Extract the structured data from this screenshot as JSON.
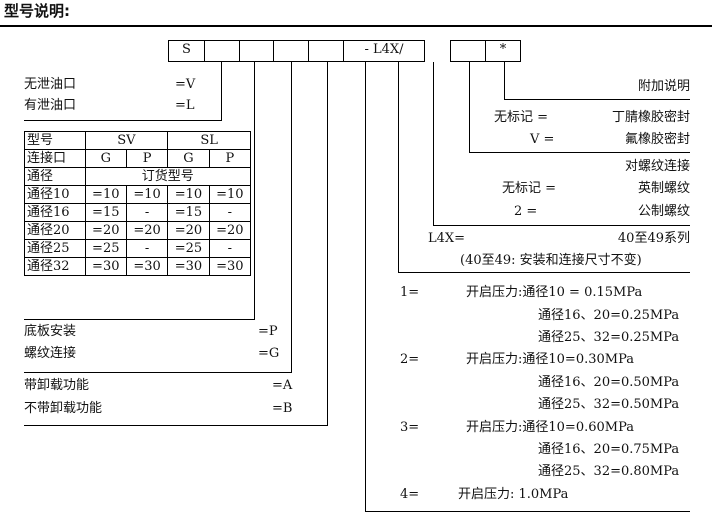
{
  "title": "型号说明:",
  "code_boxes": [
    "S",
    "",
    "",
    "",
    "",
    "",
    "- L4X/",
    "",
    "*"
  ],
  "left": {
    "no_leak_label": "无泄油口",
    "no_leak_code": "=V",
    "leak_label": "有泄油口",
    "leak_code": "=L",
    "table": {
      "header": [
        "型号",
        "SV",
        "SL"
      ],
      "subheader": [
        "连接口",
        "G",
        "P",
        "G",
        "P"
      ],
      "order_row": [
        "通径",
        "订货型号"
      ],
      "rows": [
        [
          "通径10",
          "=10",
          "=10",
          "=10",
          "=10"
        ],
        [
          "通径16",
          "=15",
          "-",
          "=15",
          "-"
        ],
        [
          "通径20",
          "=20",
          "=20",
          "=20",
          "=20"
        ],
        [
          "通径25",
          "=25",
          "-",
          "=25",
          "-"
        ],
        [
          "通径32",
          "=30",
          "=30",
          "=30",
          "=30"
        ]
      ]
    },
    "plate_label": "底板安装",
    "plate_code": "=P",
    "thread_label": "螺纹连接",
    "thread_code": "=G",
    "unload_label": "带卸载功能",
    "unload_code": "=A",
    "no_unload_label": "不带卸载功能",
    "no_unload_code": "=B"
  },
  "right": {
    "extra_desc": "附加说明",
    "seal_nomark": "无标记 =",
    "seal_nomark_val": "丁腈橡胶密封",
    "seal_v": "V =",
    "seal_v_val": "氟橡胶密封",
    "thread_title": "对螺纹连接",
    "thread_nomark": "无标记 =",
    "thread_nomark_val": "英制螺纹",
    "thread_2": "2 =",
    "thread_2_val": "公制螺纹",
    "series_key": "L4X=",
    "series_val": "40至49系列",
    "series_note": "(40至49: 安装和连接尺寸不变)",
    "pressures": [
      {
        "code": "1=",
        "lines": [
          "开启压力:通径10 = 0.15MPa",
          "通径16、20=0.25MPa",
          "通径25、32=0.25MPa"
        ]
      },
      {
        "code": "2=",
        "lines": [
          "开启压力:通径10=0.30MPa",
          "通径16、20=0.50MPa",
          "通径25、32=0.50MPa"
        ]
      },
      {
        "code": "3=",
        "lines": [
          "开启压力:通径10=0.60MPa",
          "通径16、20=0.75MPa",
          "通径25、32=0.80MPa"
        ]
      },
      {
        "code": "4=",
        "lines": [
          "开启压力: 1.0MPa"
        ]
      }
    ]
  }
}
